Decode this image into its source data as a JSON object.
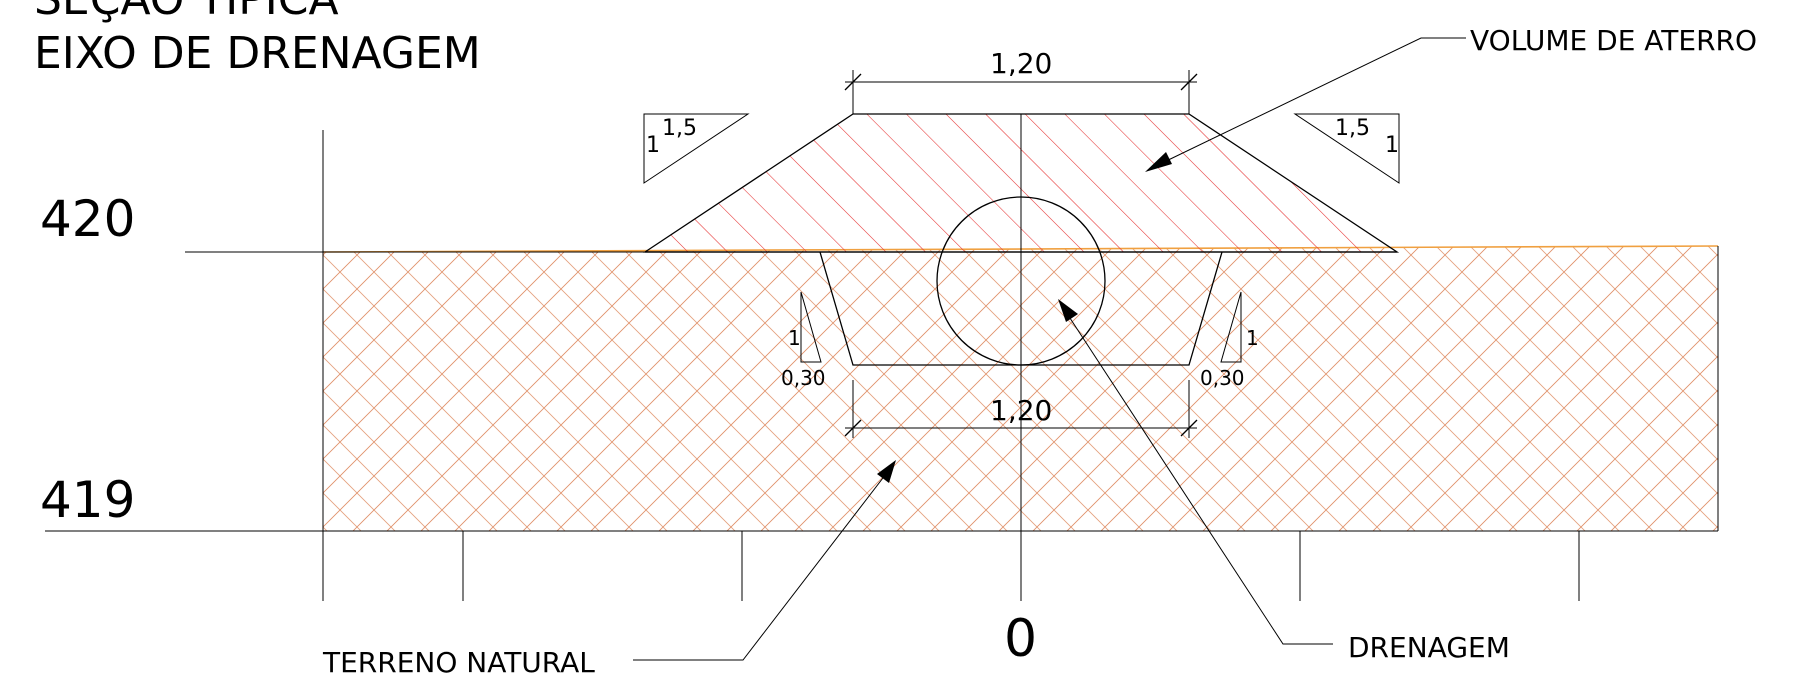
{
  "title": {
    "line1": "SEÇÃO TÍPICA",
    "line2": "EIXO DE DRENAGEM"
  },
  "elevations": {
    "upper": "420",
    "lower": "419"
  },
  "axis_label": "0",
  "dimensions": {
    "top_width": "1,20",
    "bottom_width": "1,20",
    "trench_slope_run": "0,30",
    "trench_slope_rise": "1",
    "embankment_slope_run": "1,5",
    "embankment_slope_rise": "1"
  },
  "callouts": {
    "fill_volume": "VOLUME DE ATERRO",
    "natural_ground": "TERRENO NATURAL",
    "drainage": "DRENAGEM"
  },
  "colors": {
    "fill_hatch": "#e53030",
    "ground_hatch": "#e0916a",
    "ground_line": "#f0a040",
    "linework": "#000000"
  }
}
